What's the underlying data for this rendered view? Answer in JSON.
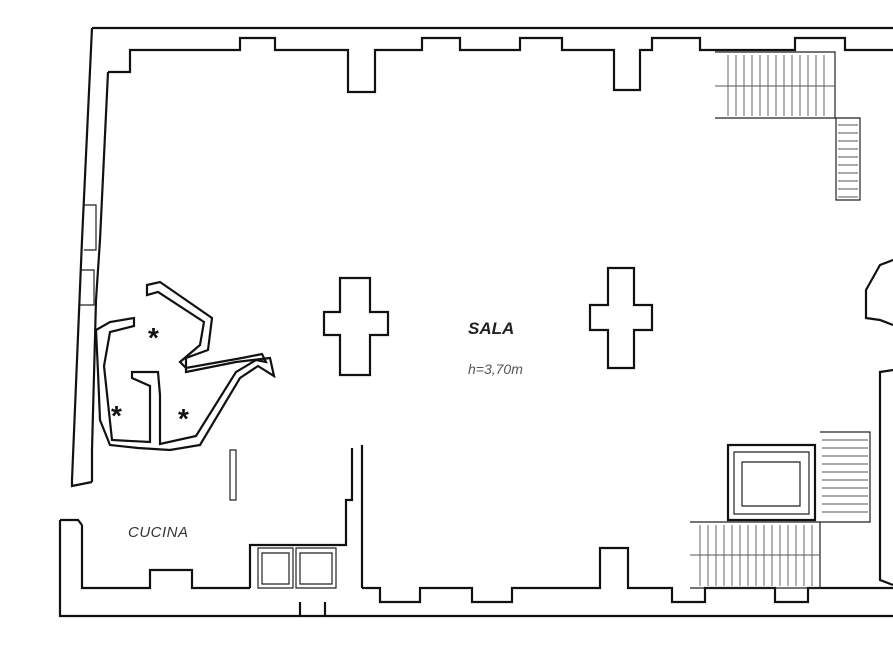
{
  "rooms": {
    "sala": {
      "name": "SALA",
      "height": "h=3,70m"
    },
    "cucina": {
      "name": "CUCINA"
    }
  },
  "markers": {
    "symbol": "*"
  }
}
